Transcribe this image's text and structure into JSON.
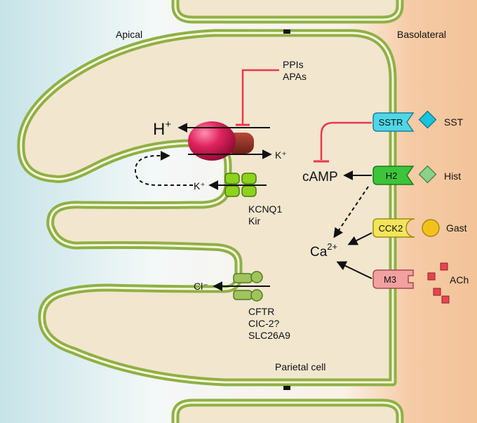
{
  "regions": {
    "apical": "Apical",
    "basolateral": "Basolateral",
    "cell": "Parietal cell"
  },
  "inhibitors": {
    "line1": "PPIs",
    "line2": "APAs"
  },
  "pump": {
    "h_label": "H",
    "h_sup": "+",
    "k_label": "K⁺"
  },
  "kchannel": {
    "k_label": "K⁺",
    "name1": "KCNQ1",
    "name2": "Kir"
  },
  "clchannel": {
    "cl_label": "Cl⁻",
    "name1": "CFTR",
    "name2": "CIC-2?",
    "name3": "SLC26A9"
  },
  "second_messengers": {
    "camp": "cAMP",
    "ca": "Ca",
    "ca_sup": "2+"
  },
  "receptors": [
    {
      "name": "SSTR",
      "ligand": "SST",
      "color": "#4fd6e8"
    },
    {
      "name": "H2",
      "ligand": "Hist",
      "color": "#3dc43a"
    },
    {
      "name": "CCK2",
      "ligand": "Gast",
      "color": "#f2e55a"
    },
    {
      "name": "M3",
      "ligand": "ACh",
      "color": "#f2a0a0"
    }
  ],
  "colors": {
    "cytoplasm": "#f2e6cf",
    "membrane": "#8fb045",
    "lumen": "#d2e8ec",
    "interstitium": "#f2c49c",
    "inhibition": "#e8374b",
    "pump": "#d81e5b",
    "ligand_sst": "#19c2dd",
    "ligand_hist": "#8ad18a",
    "ligand_gast": "#f3c21a",
    "ligand_ach": "#e8454e"
  }
}
